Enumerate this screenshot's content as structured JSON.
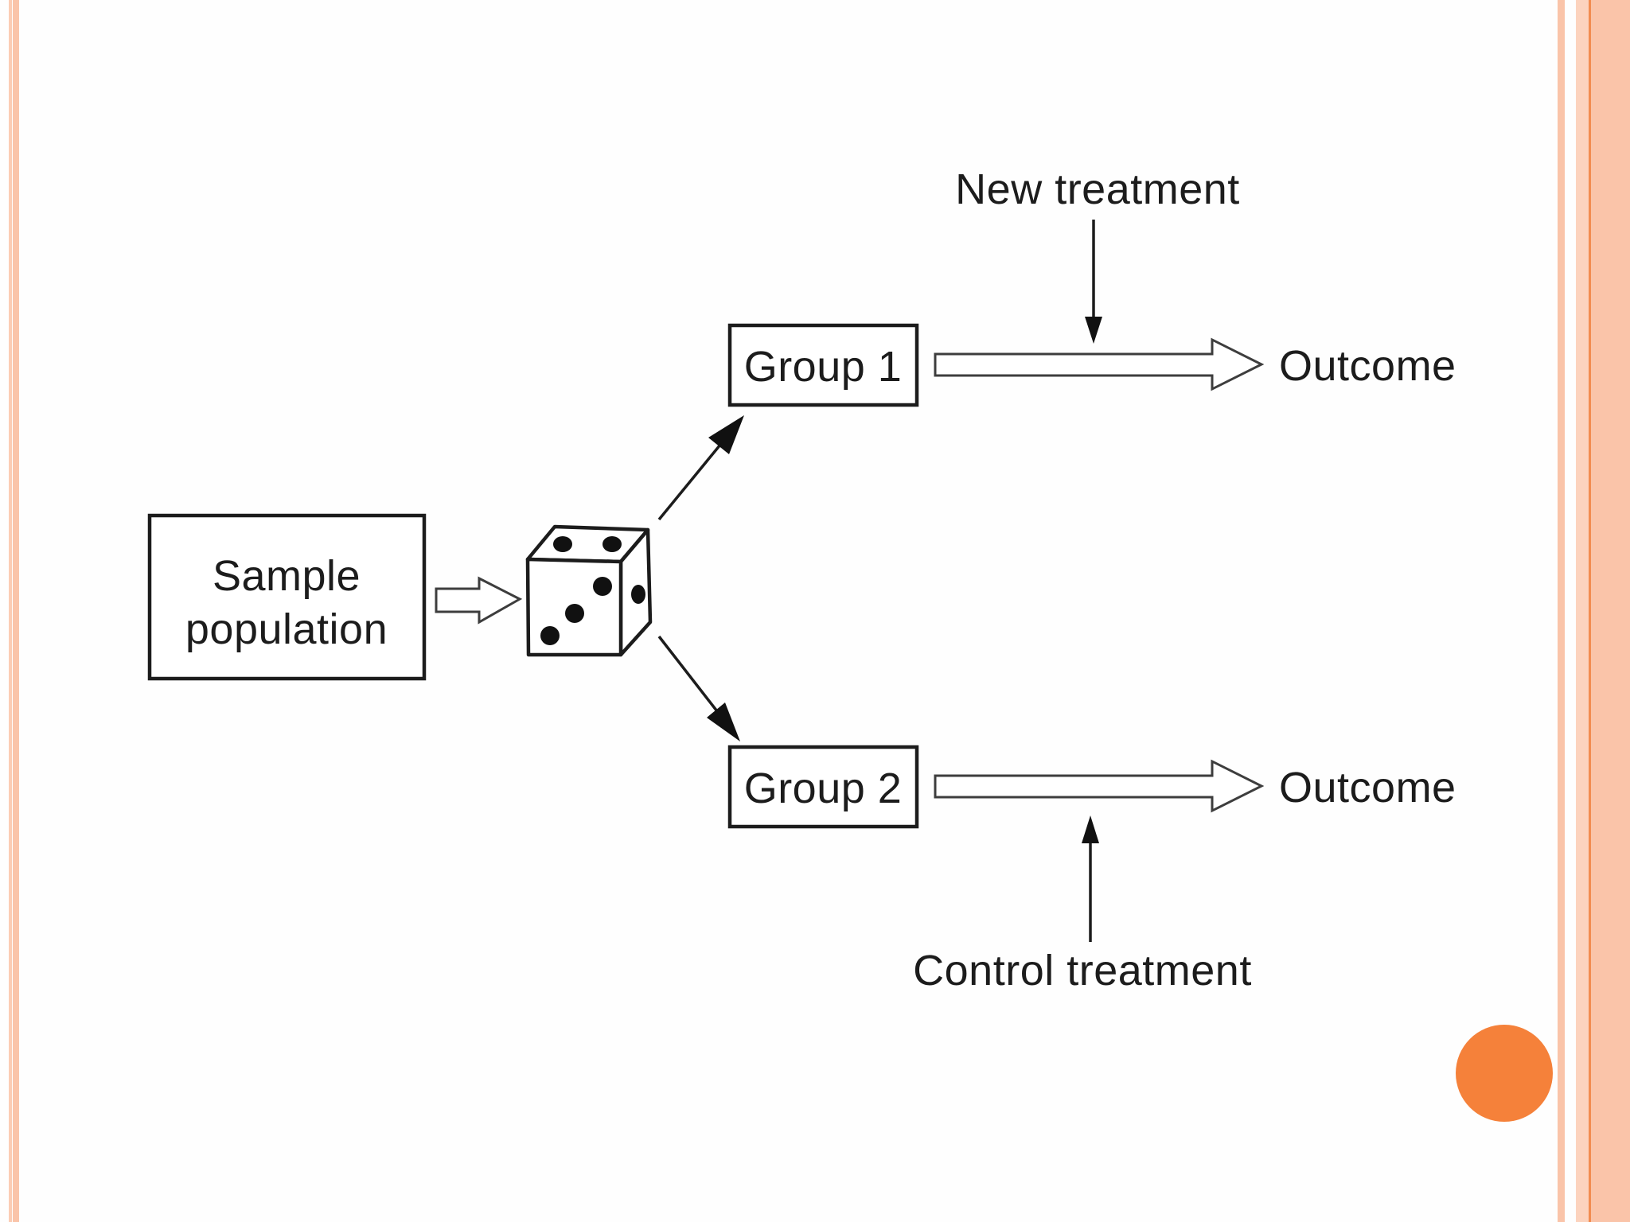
{
  "slide": {
    "background": "#fefefe",
    "colors": {
      "ink": "#1c1c1c",
      "hollow_arrow_outline": "#3d3d3d",
      "stripe_thin": "#fbccb4",
      "stripe_medium": "#fac4a9",
      "stripe_band_light": "#fcd3be",
      "stripe_accent_line": "#f28c50",
      "accent_circle": "#f5813a"
    },
    "icons": {
      "randomizer": "dice-icon",
      "flow_arrows": "block-arrow-right-icon",
      "allocation_arrows": "solid-arrow-icon",
      "accent": "orange-dot"
    }
  },
  "diagram": {
    "sample_population_box": {
      "line1": "Sample",
      "line2": "population"
    },
    "randomizer": {
      "top_pips": 2,
      "front_pips": 3,
      "side_pips": 1
    },
    "group1": {
      "label": "Group 1"
    },
    "group2": {
      "label": "Group 2"
    },
    "top_branch": {
      "treatment": "New treatment",
      "outcome": "Outcome"
    },
    "bottom_branch": {
      "treatment": "Control treatment",
      "outcome": "Outcome"
    }
  }
}
